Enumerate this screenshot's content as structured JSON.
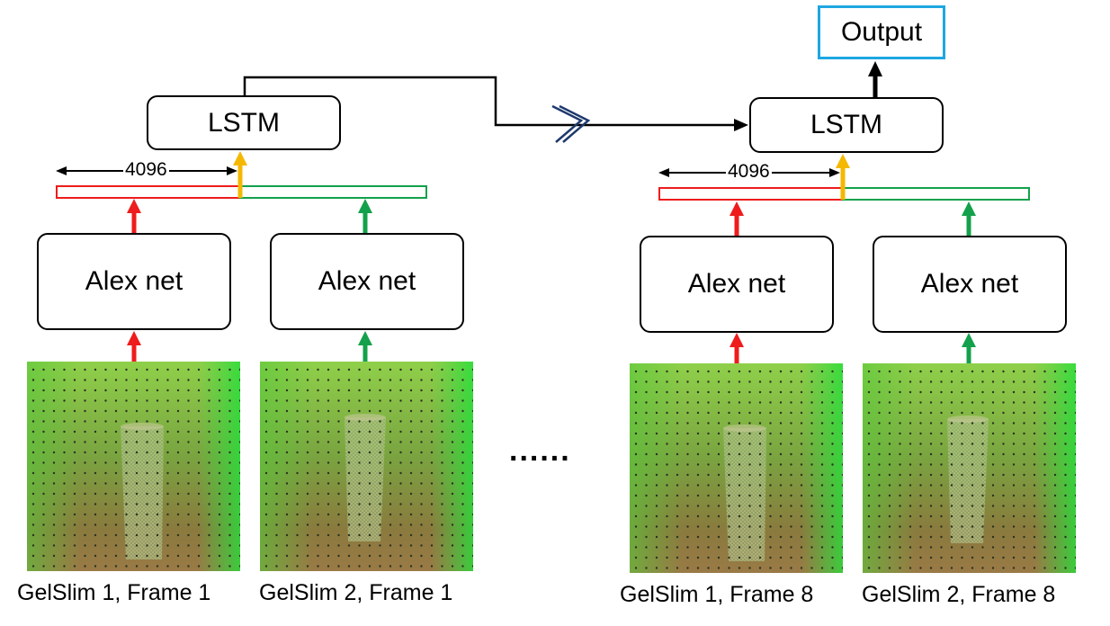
{
  "output_label": "Output",
  "lstm_label": "LSTM",
  "alexnet_label": "Alex net",
  "feature_size": "4096",
  "ellipsis": "......",
  "captions": {
    "g1f1": "GelSlim 1, Frame 1",
    "g2f1": "GelSlim 2, Frame 1",
    "g1f8": "GelSlim 1, Frame 8",
    "g2f8": "GelSlim 2, Frame 8"
  },
  "colors": {
    "red": "#ee1c1c",
    "green": "#13a14b",
    "yellow": "#f5b800",
    "output_border": "#1ea7e1",
    "navy": "#1f3a6e"
  }
}
